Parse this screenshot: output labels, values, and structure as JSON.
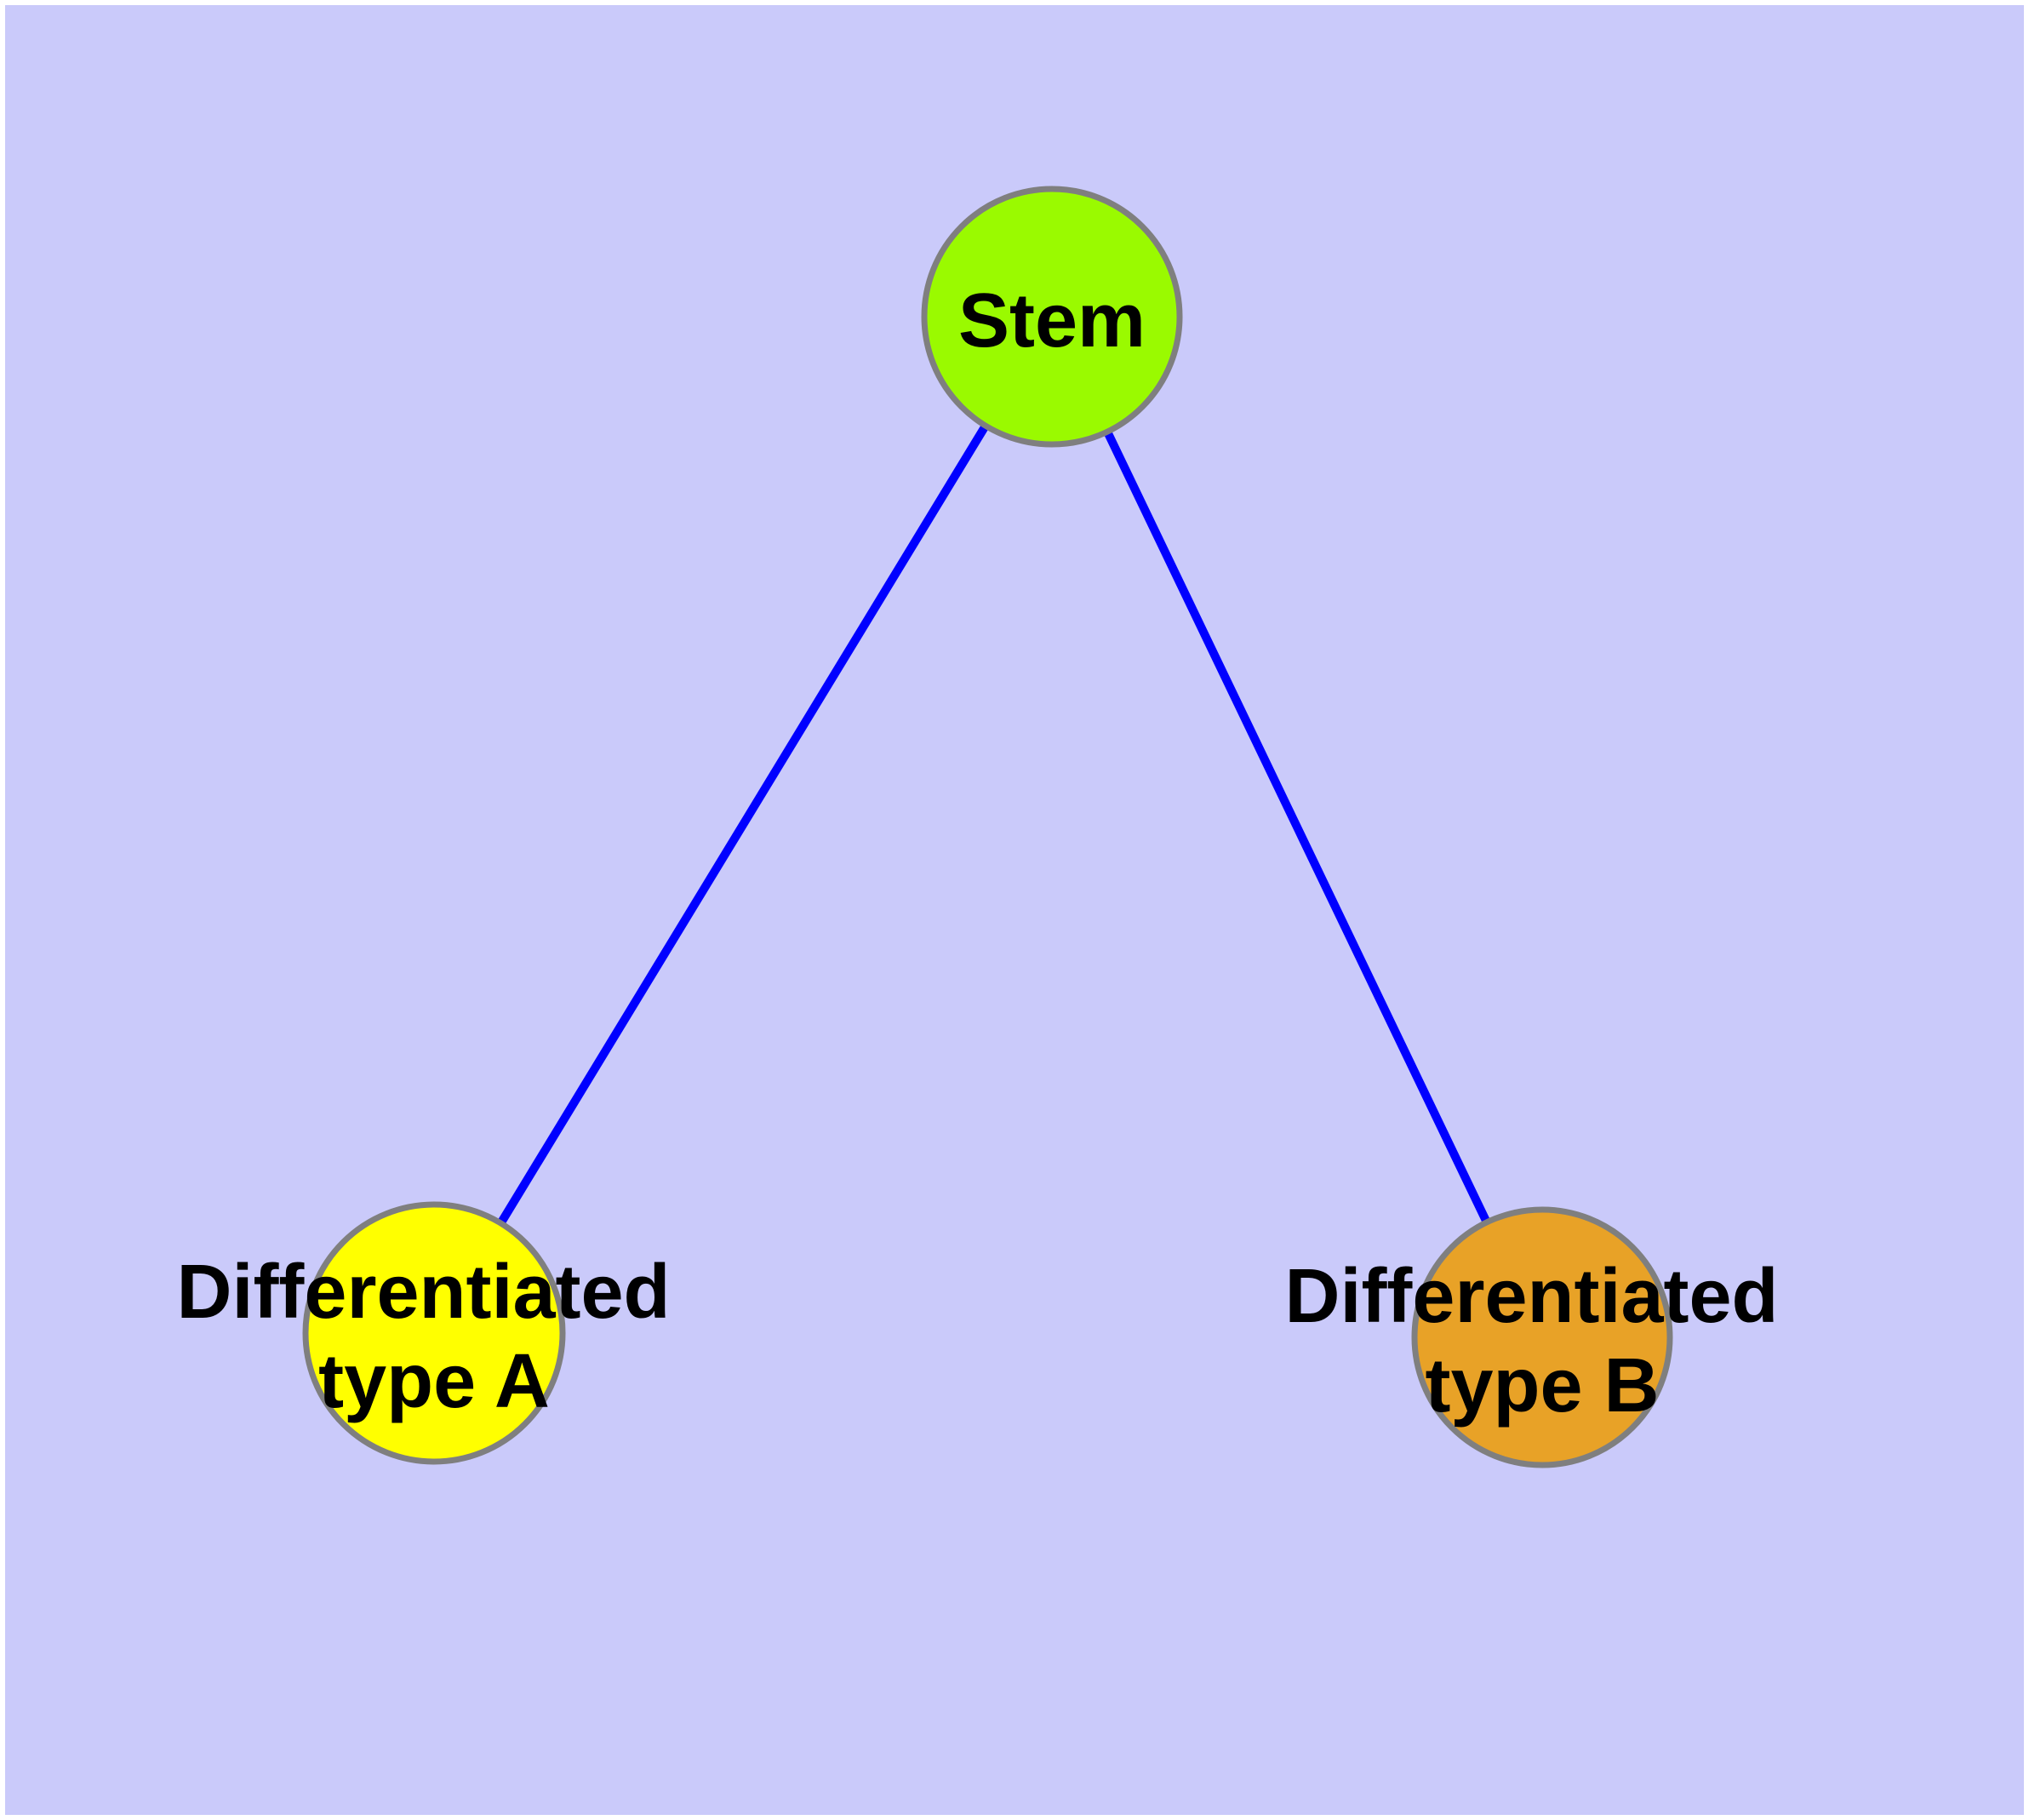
{
  "diagram": {
    "type": "graph",
    "nodes": [
      {
        "id": "stem",
        "label": "Stem",
        "fill": "#9afa00",
        "shape": "circle"
      },
      {
        "id": "differentiated-type-a",
        "label": "Differentiated type A",
        "label_lines": [
          "Differentiated",
          "type A"
        ],
        "fill": "#ffff00",
        "shape": "circle"
      },
      {
        "id": "differentiated-type-b",
        "label": "Differentiated type B",
        "label_lines": [
          "Differentiated",
          "type B"
        ],
        "fill": "#e8a227",
        "shape": "circle"
      }
    ],
    "edges": [
      {
        "source": "Stem",
        "target": "Differentiated type A"
      },
      {
        "source": "Stem",
        "target": "Differentiated type B"
      }
    ]
  },
  "colors": {
    "background": "#cacafa",
    "page_margin": "#ffffff",
    "edge": "#0000ff",
    "node_border": "#7f7f7f",
    "label_text": "#000000"
  }
}
